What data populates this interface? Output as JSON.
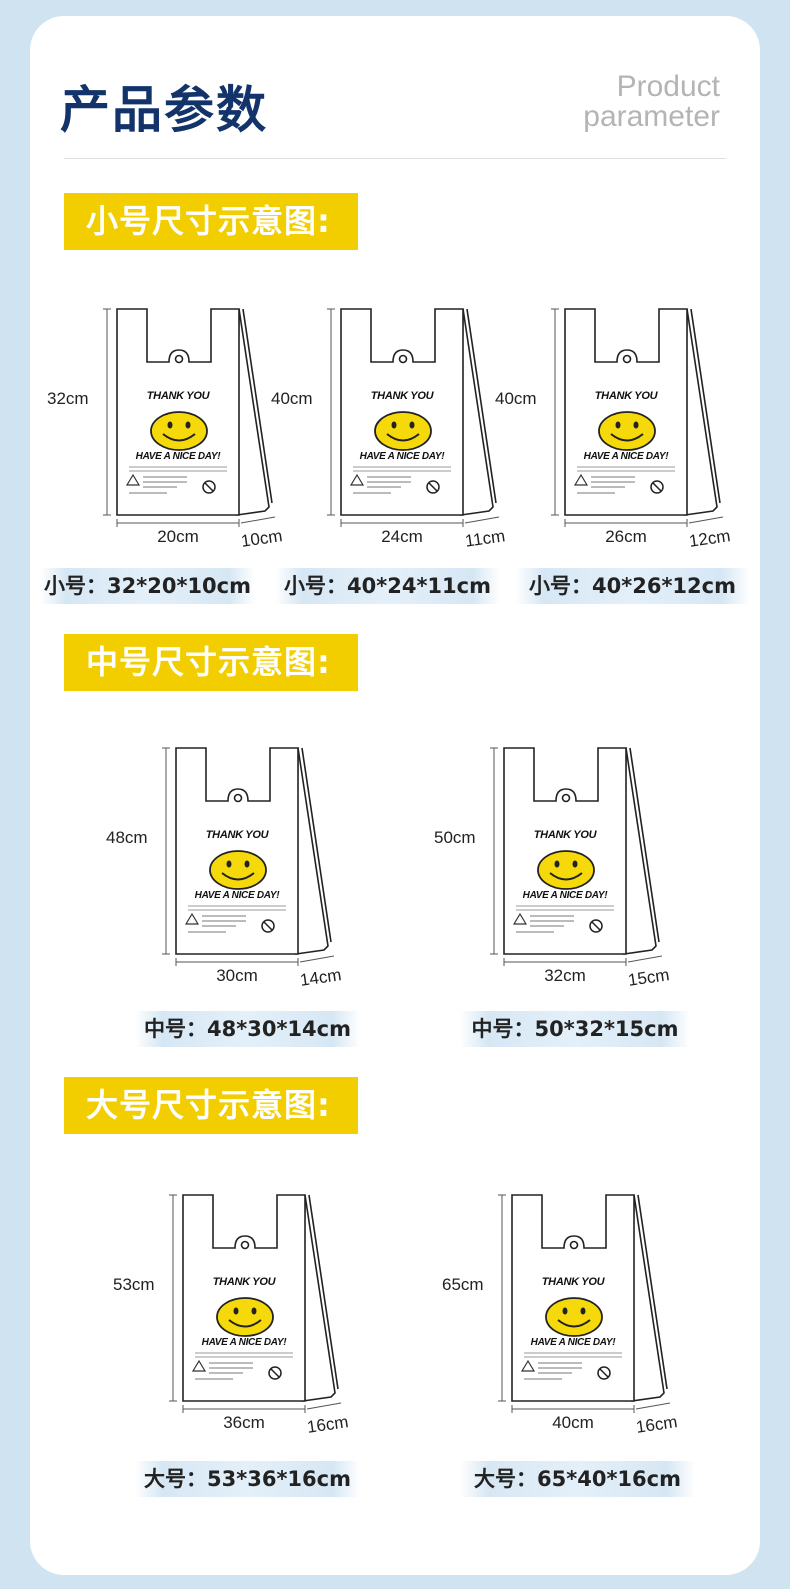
{
  "header": {
    "title": "产品参数",
    "en_line1": "Product",
    "en_line2": "parameter"
  },
  "bag_print": {
    "line1": "THANK YOU",
    "line2": "HAVE A NICE DAY!"
  },
  "sections": [
    {
      "title": "小号尺寸示意图:",
      "bags": [
        {
          "height": "32cm",
          "width": "20cm",
          "depth": "10cm",
          "caption": "小号：32*20*10cm"
        },
        {
          "height": "40cm",
          "width": "24cm",
          "depth": "11cm",
          "caption": "小号：40*24*11cm"
        },
        {
          "height": "40cm",
          "width": "26cm",
          "depth": "12cm",
          "caption": "小号：40*26*12cm"
        }
      ]
    },
    {
      "title": "中号尺寸示意图:",
      "bags": [
        {
          "height": "48cm",
          "width": "30cm",
          "depth": "14cm",
          "caption": "中号：48*30*14cm"
        },
        {
          "height": "50cm",
          "width": "32cm",
          "depth": "15cm",
          "caption": "中号：50*32*15cm"
        }
      ]
    },
    {
      "title": "大号尺寸示意图:",
      "bags": [
        {
          "height": "53cm",
          "width": "36cm",
          "depth": "16cm",
          "caption": "大号：53*36*16cm"
        },
        {
          "height": "65cm",
          "width": "40cm",
          "depth": "16cm",
          "caption": "大号：65*40*16cm"
        }
      ]
    }
  ],
  "colors": {
    "banner": "#f2cd00",
    "title": "#13336b",
    "background": "#cfe3f1",
    "smiley": "#f5d90a"
  }
}
